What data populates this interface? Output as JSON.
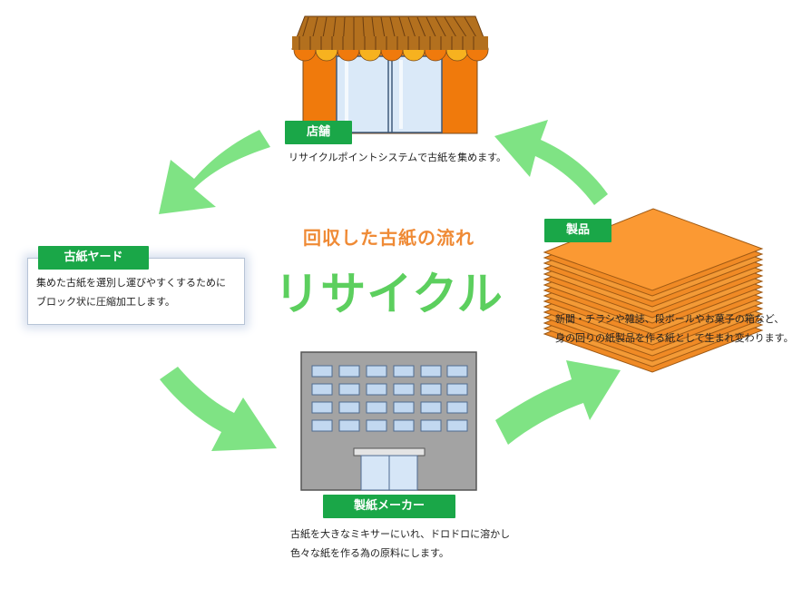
{
  "center": {
    "subtitle": "回収した古紙の流れ",
    "title": "リサイクル"
  },
  "nodes": {
    "store": {
      "label": "店舗",
      "desc": "リサイクルポイントシステムで古紙を集めます。"
    },
    "yard": {
      "label": "古紙ヤード",
      "desc_line1": "集めた古紙を選別し運びやすくするために",
      "desc_line2": "ブロック状に圧縮加工します。"
    },
    "maker": {
      "label": "製紙メーカー",
      "desc_line1": "古紙を大きなミキサーにいれ、ドロドロに溶かし",
      "desc_line2": "色々な紙を作る為の原料にします。"
    },
    "product": {
      "label": "製品",
      "desc_line1": "新聞・チラシや雑誌、段ボールやお菓子の箱など、",
      "desc_line2": "身の回りの紙製品を作る紙として生まれ変わります。"
    }
  },
  "colors": {
    "arrow": "#7fe384",
    "label_bg": "#1aa748",
    "subtitle": "#ef8a35",
    "title": "#5ccf5e",
    "store_orange": "#f07a0c",
    "paper_orange": "#fb9933",
    "building_gray": "#a3a3a3"
  },
  "icons": [
    "store-icon",
    "paper-stack-icon",
    "factory-building-icon",
    "cycle-arrow-icon"
  ]
}
